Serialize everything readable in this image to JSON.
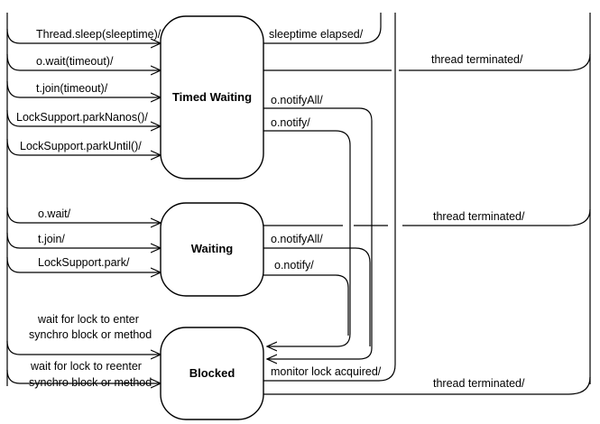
{
  "states": {
    "timed_waiting": "Timed Waiting",
    "waiting": "Waiting",
    "blocked": "Blocked"
  },
  "timed_waiting_entries": [
    "Thread.sleep(sleeptime)/",
    "o.wait(timeout)/",
    "t.join(timeout)/",
    "LockSupport.parkNanos()/",
    "LockSupport.parkUntil()/"
  ],
  "waiting_entries": [
    "o.wait/",
    "t.join/",
    "LockSupport.park/"
  ],
  "blocked_entries": {
    "enter_line1": "wait for lock to enter",
    "enter_line2": "synchro block or method",
    "reenter_line1": "wait for lock to reenter",
    "reenter_line2": "synchro block or method"
  },
  "transitions": {
    "sleeptime_elapsed": "sleeptime elapsed/",
    "timed_notify_all": "o.notifyAll/",
    "timed_notify": "o.notify/",
    "waiting_notify_all": "o.notifyAll/",
    "waiting_notify": "o.notify/",
    "monitor_lock_acquired": "monitor lock acquired/",
    "thread_terminated_timed": "thread terminated/",
    "thread_terminated_waiting": "thread terminated/",
    "thread_terminated_blocked": "thread terminated/"
  }
}
